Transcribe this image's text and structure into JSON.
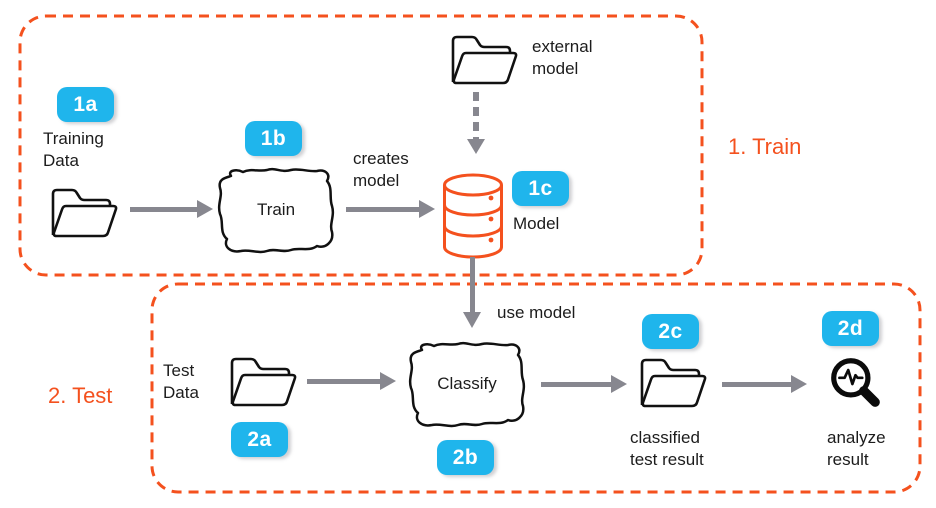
{
  "colors": {
    "accent_orange": "#F4511E",
    "badge_cyan": "#1FB5EC",
    "arrow_gray": "#87878F",
    "text_dark": "#1c1c1c"
  },
  "icons": [
    "folder-icon",
    "database-icon",
    "magnifier-waveform-icon",
    "arrow-icon",
    "dashed-arrow-icon"
  ],
  "train": {
    "section_label": "1. Train",
    "badge_1a": "1a",
    "badge_1b": "1b",
    "badge_1c": "1c",
    "training_data_label": "Training\nData",
    "train_step_label": "Train",
    "creates_model_label": "creates\nmodel",
    "model_label": "Model",
    "external_model_label": "external\nmodel"
  },
  "test": {
    "section_label": "2. Test",
    "badge_2a": "2a",
    "badge_2b": "2b",
    "badge_2c": "2c",
    "badge_2d": "2d",
    "test_data_label": "Test\nData",
    "classify_step_label": "Classify",
    "use_model_label": "use model",
    "classified_result_label": "classified\ntest result",
    "analyze_result_label": "analyze\nresult"
  }
}
